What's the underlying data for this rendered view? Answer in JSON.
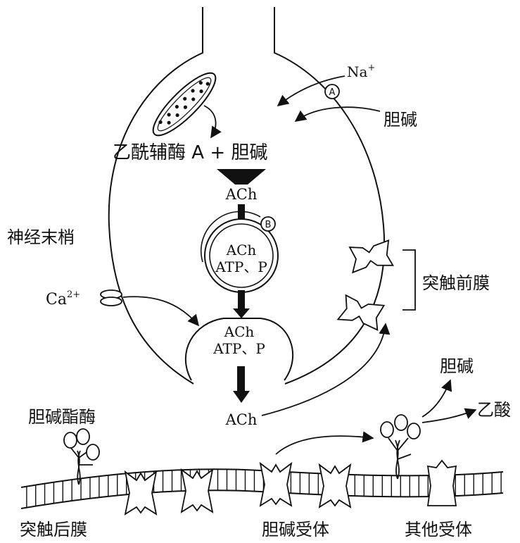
{
  "labels": {
    "na": "Na",
    "na_sup": "+",
    "choline_top": "胆碱",
    "acetyl_coa": "乙酰辅酶 A + 胆碱",
    "ach_1": "ACh",
    "nerve_terminal": "神经末梢",
    "vesicle_ach": "ACh",
    "vesicle_atp": "ATP、P",
    "marker_a": "A",
    "marker_b": "B",
    "presynaptic_membrane": "突触前膜",
    "ca": "Ca",
    "ca_sup": "2+",
    "fusion_ach": "ACh",
    "fusion_atp": "ATP、P",
    "ach_cleft": "ACh",
    "choline_right": "胆碱",
    "acetic_acid": "乙酸",
    "cholinesterase": "胆碱酯酶",
    "postsynaptic_membrane": "突触后膜",
    "choline_receptor": "胆碱受体",
    "other_receptor": "其他受体"
  }
}
